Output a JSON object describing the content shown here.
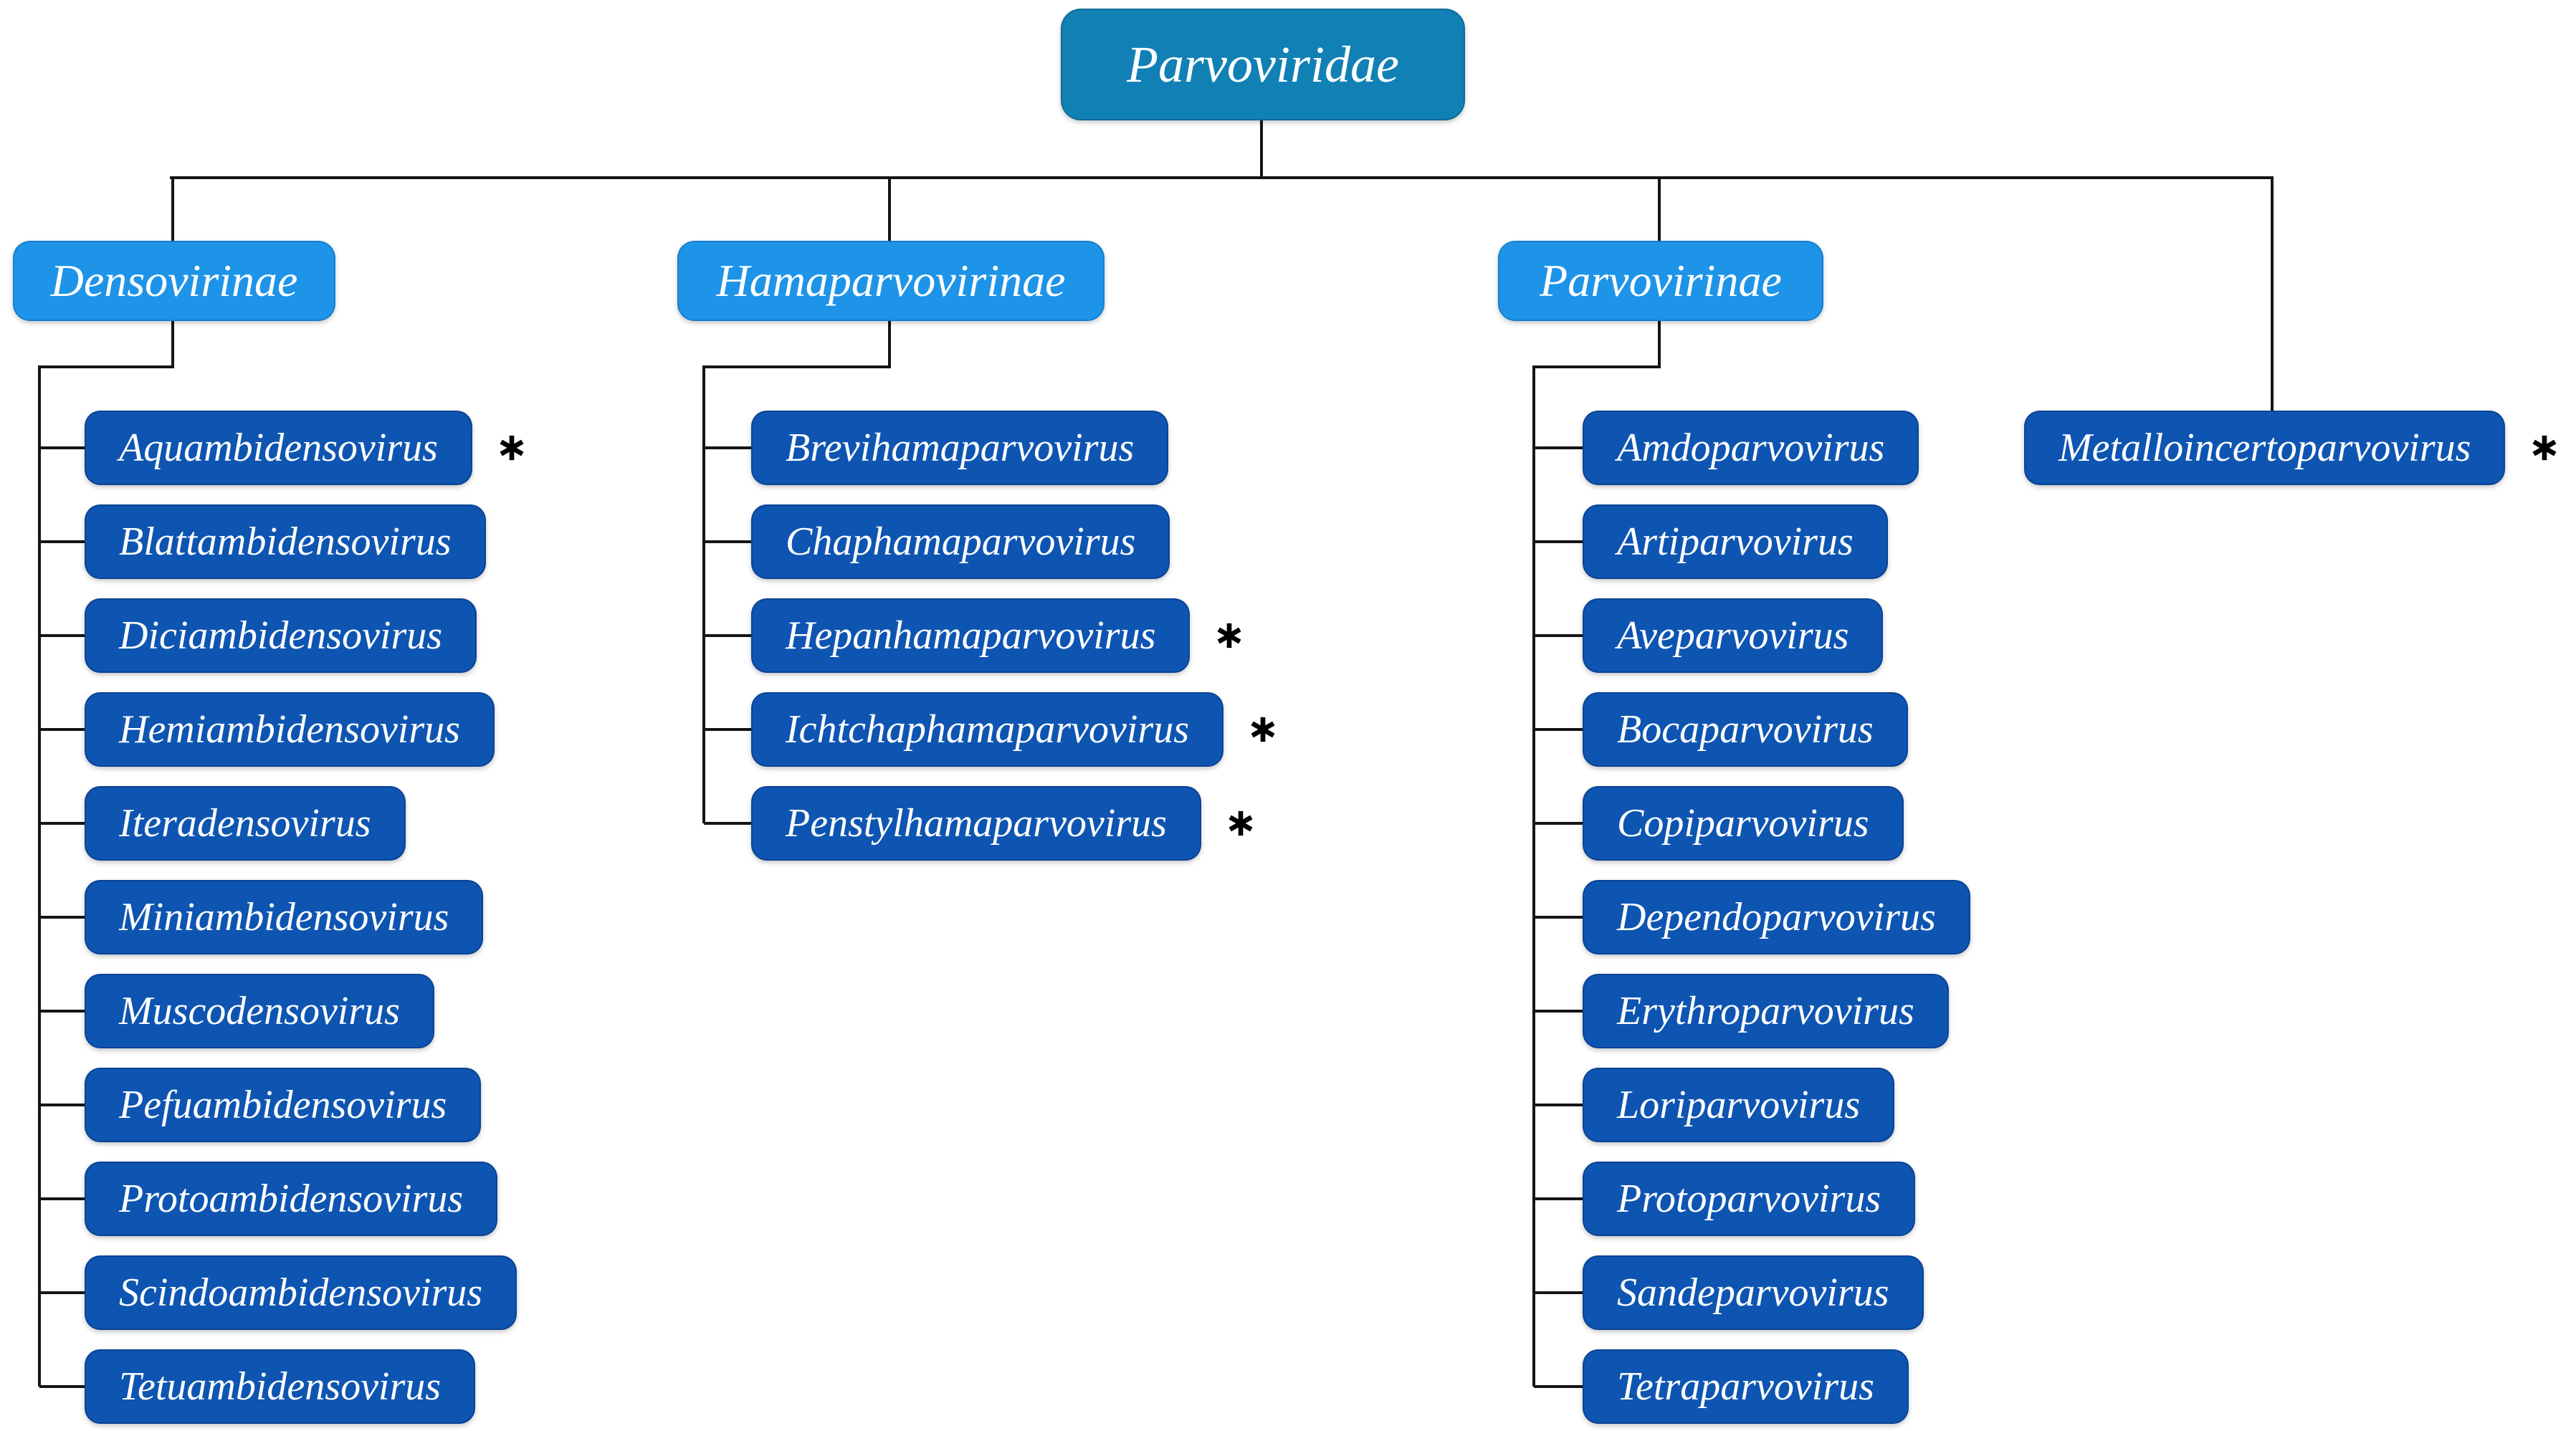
{
  "figure": "Taxonomy of the family Parvoviridae",
  "colors": {
    "family_box": "#1180b5",
    "subfamily_box": "#1e94e8",
    "genus_box": "#0e55b2",
    "connector_line": "#151515",
    "text": "#ffffff",
    "asterisk": "#000000",
    "background": "#ffffff"
  },
  "root": {
    "label": "Parvoviridae",
    "rank": "family"
  },
  "subfamilies": [
    {
      "label": "Densovirinae",
      "genera": [
        {
          "label": "Aquambidensovirus",
          "asterisk": true
        },
        {
          "label": "Blattambidensovirus",
          "asterisk": false
        },
        {
          "label": "Diciambidensovirus",
          "asterisk": false
        },
        {
          "label": "Hemiambidensovirus",
          "asterisk": false
        },
        {
          "label": "Iteradensovirus",
          "asterisk": false
        },
        {
          "label": "Miniambidensovirus",
          "asterisk": false
        },
        {
          "label": "Muscodensovirus",
          "asterisk": false
        },
        {
          "label": "Pefuambidensovirus",
          "asterisk": false
        },
        {
          "label": "Protoambidensovirus",
          "asterisk": false
        },
        {
          "label": "Scindoambidensovirus",
          "asterisk": false
        },
        {
          "label": "Tetuambidensovirus",
          "asterisk": false
        }
      ]
    },
    {
      "label": "Hamaparvovirinae",
      "genera": [
        {
          "label": "Brevihamaparvovirus",
          "asterisk": false
        },
        {
          "label": "Chaphamaparvovirus",
          "asterisk": false
        },
        {
          "label": "Hepanhamaparvovirus",
          "asterisk": true
        },
        {
          "label": "Ichtchaphamaparvovirus",
          "asterisk": true
        },
        {
          "label": "Penstylhamaparvovirus",
          "asterisk": true
        }
      ]
    },
    {
      "label": "Parvovirinae",
      "genera": [
        {
          "label": "Amdoparvovirus",
          "asterisk": false
        },
        {
          "label": "Artiparvovirus",
          "asterisk": false
        },
        {
          "label": "Aveparvovirus",
          "asterisk": false
        },
        {
          "label": "Bocaparvovirus",
          "asterisk": false
        },
        {
          "label": "Copiparvovirus",
          "asterisk": false
        },
        {
          "label": "Dependoparvovirus",
          "asterisk": false
        },
        {
          "label": "Erythroparvovirus",
          "asterisk": false
        },
        {
          "label": "Loriparvovirus",
          "asterisk": false
        },
        {
          "label": "Protoparvovirus",
          "asterisk": false
        },
        {
          "label": "Sandeparvovirus",
          "asterisk": false
        },
        {
          "label": "Tetraparvovirus",
          "asterisk": false
        }
      ]
    }
  ],
  "unassigned_genus": {
    "label": "Metalloincertoparvovirus",
    "asterisk": true
  }
}
